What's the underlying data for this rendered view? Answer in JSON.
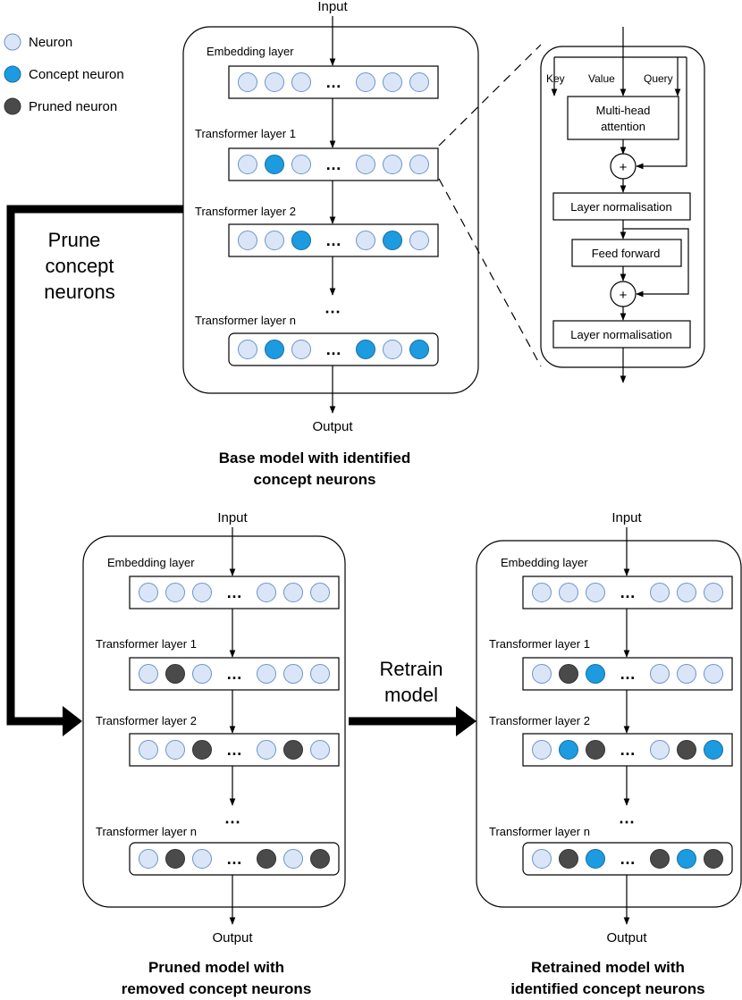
{
  "legend": {
    "neuron": "Neuron",
    "concept_neuron": "Concept neuron",
    "pruned_neuron": "Pruned neuron"
  },
  "colors": {
    "neuron": "#dae6f7",
    "neuron_stroke": "#6f93c9",
    "concept": "#1c9be0",
    "pruned": "#4a4a4a"
  },
  "models": [
    {
      "id": "base",
      "input": "Input",
      "output": "Output",
      "caption": [
        "Base model with identified",
        "concept neurons"
      ],
      "layers": [
        {
          "label": "Embedding layer",
          "left": [
            "n",
            "n",
            "n"
          ],
          "right": [
            "n",
            "n",
            "n"
          ]
        },
        {
          "label": "Transformer layer 1",
          "left": [
            "n",
            "c",
            "n"
          ],
          "right": [
            "n",
            "n",
            "n"
          ]
        },
        {
          "label": "Transformer layer 2",
          "left": [
            "n",
            "n",
            "c"
          ],
          "right": [
            "n",
            "c",
            "n"
          ]
        },
        {
          "label": "Transformer layer n",
          "left": [
            "n",
            "c",
            "n"
          ],
          "right": [
            "c",
            "n",
            "c"
          ]
        }
      ]
    },
    {
      "id": "pruned",
      "input": "Input",
      "output": "Output",
      "caption": [
        "Pruned model with",
        "removed concept neurons"
      ],
      "layers": [
        {
          "label": "Embedding layer",
          "left": [
            "n",
            "n",
            "n"
          ],
          "right": [
            "n",
            "n",
            "n"
          ]
        },
        {
          "label": "Transformer layer 1",
          "left": [
            "n",
            "p",
            "n"
          ],
          "right": [
            "n",
            "n",
            "n"
          ]
        },
        {
          "label": "Transformer layer 2",
          "left": [
            "n",
            "n",
            "p"
          ],
          "right": [
            "n",
            "p",
            "n"
          ]
        },
        {
          "label": "Transformer layer n",
          "left": [
            "n",
            "p",
            "n"
          ],
          "right": [
            "p",
            "n",
            "p"
          ]
        }
      ]
    },
    {
      "id": "retrained",
      "input": "Input",
      "output": "Output",
      "caption": [
        "Retrained model with",
        "identified concept neurons"
      ],
      "layers": [
        {
          "label": "Embedding layer",
          "left": [
            "n",
            "n",
            "n"
          ],
          "right": [
            "n",
            "n",
            "n"
          ]
        },
        {
          "label": "Transformer layer 1",
          "left": [
            "n",
            "p",
            "c"
          ],
          "right": [
            "n",
            "n",
            "n"
          ]
        },
        {
          "label": "Transformer layer 2",
          "left": [
            "n",
            "c",
            "p"
          ],
          "right": [
            "n",
            "p",
            "c"
          ]
        },
        {
          "label": "Transformer layer n",
          "left": [
            "n",
            "p",
            "c"
          ],
          "right": [
            "p",
            "c",
            "p"
          ]
        }
      ]
    }
  ],
  "dots": "…",
  "vdots": "⋯",
  "arrows": {
    "prune": [
      "Prune",
      "concept",
      "neurons"
    ],
    "retrain": [
      "Retrain",
      "model"
    ]
  },
  "detail": {
    "key": "Key",
    "value": "Value",
    "query": "Query",
    "attention": [
      "Multi-head",
      "attention"
    ],
    "plus": "+",
    "layer_norm": "Layer normalisation",
    "feed_forward": "Feed forward"
  }
}
